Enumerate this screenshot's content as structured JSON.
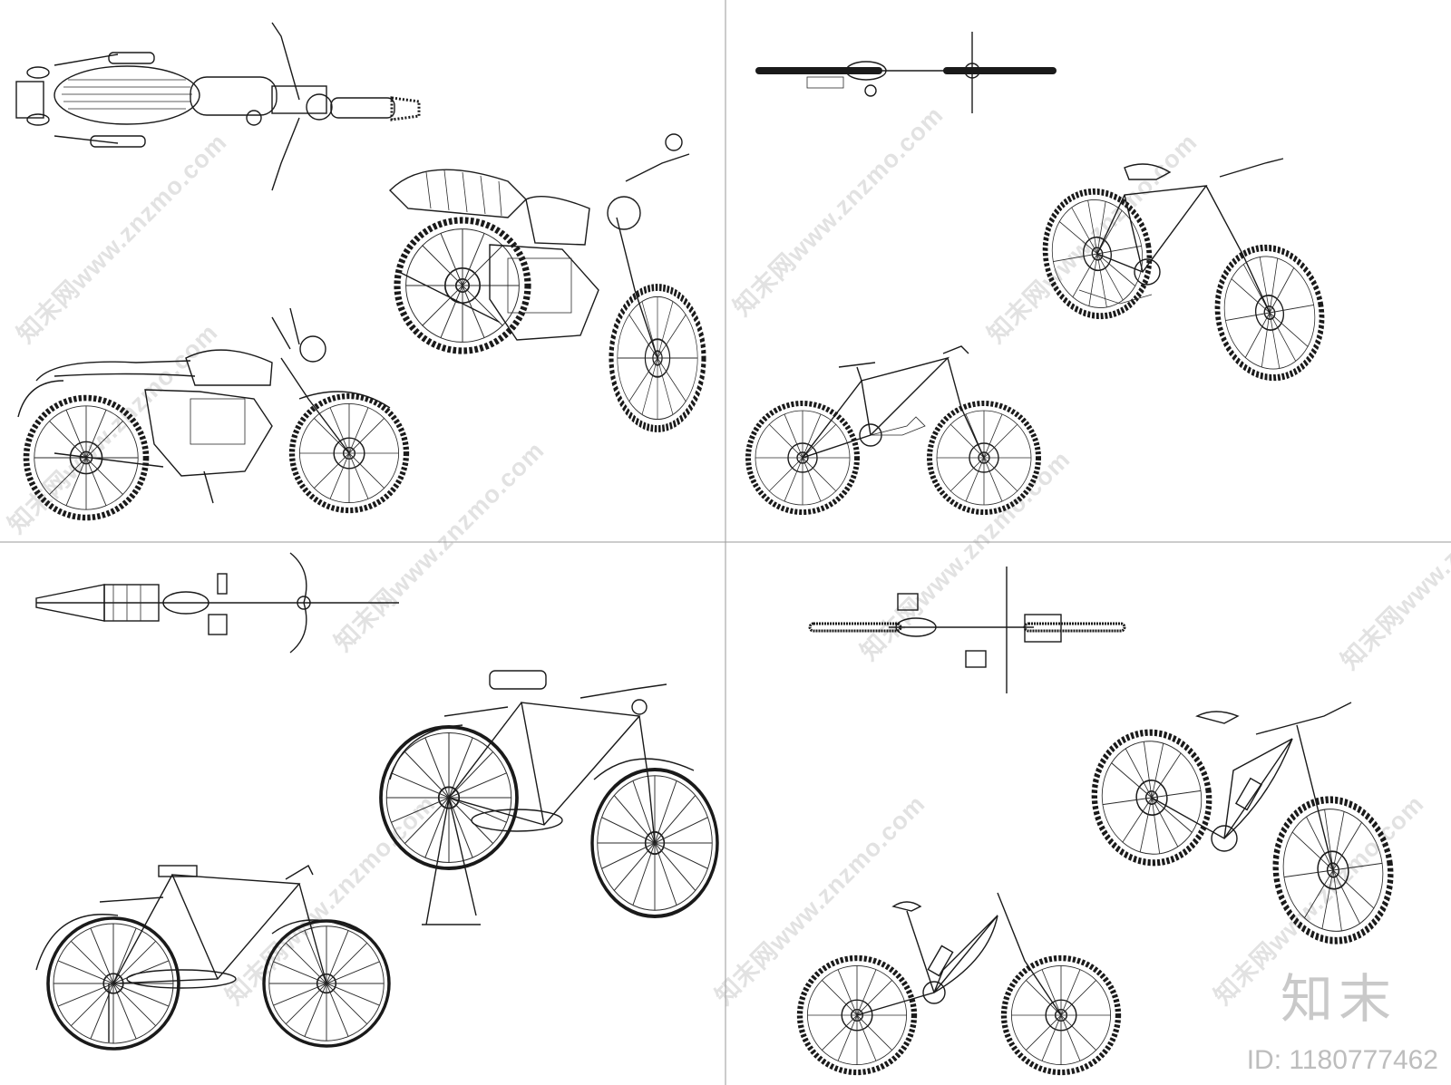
{
  "sheet": {
    "brand_text": "知末",
    "id_text": "ID: 1180777462",
    "watermark_text": "知末网www.znzmo.com"
  },
  "panels": [
    {
      "name": "motorcycle-panel",
      "views": [
        "top-view",
        "side-view",
        "perspective-view"
      ]
    },
    {
      "name": "mountain-bike-panel",
      "views": [
        "top-view",
        "side-view",
        "perspective-view"
      ]
    },
    {
      "name": "city-bike-panel",
      "views": [
        "top-view",
        "side-view",
        "perspective-view"
      ]
    },
    {
      "name": "downhill-bike-panel",
      "views": [
        "top-view",
        "side-view",
        "perspective-view"
      ]
    }
  ],
  "colors": {
    "line": "#1a1a1a",
    "watermark": "#e2e2e2",
    "brand": "#c9c9c9",
    "divider": "#9a9a9a"
  }
}
